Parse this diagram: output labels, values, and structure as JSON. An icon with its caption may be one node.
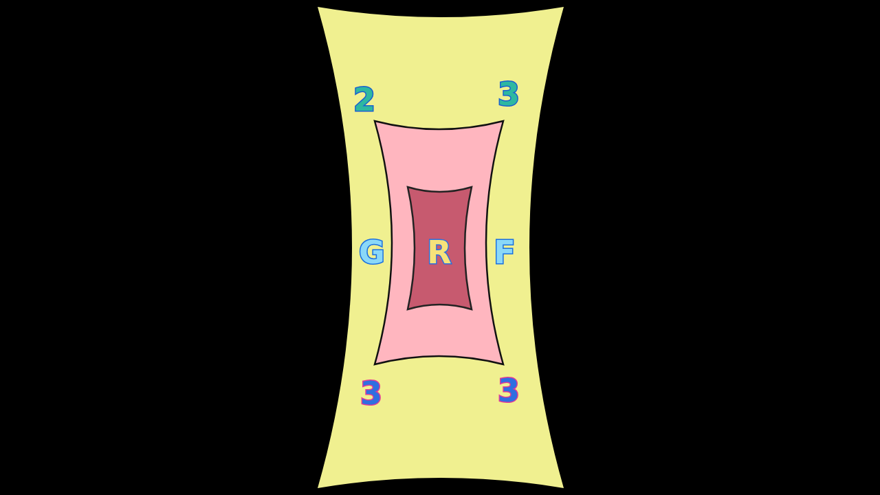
{
  "diagram": {
    "nodes": [
      {
        "text": [
          "2",
          "3",
          "G",
          "F",
          "3",
          "3"
        ]
      },
      {
        "text": [],
        "shape": "box",
        "in": 0
      },
      {
        "text": [
          "R"
        ],
        "in": 1
      }
    ]
  }
}
